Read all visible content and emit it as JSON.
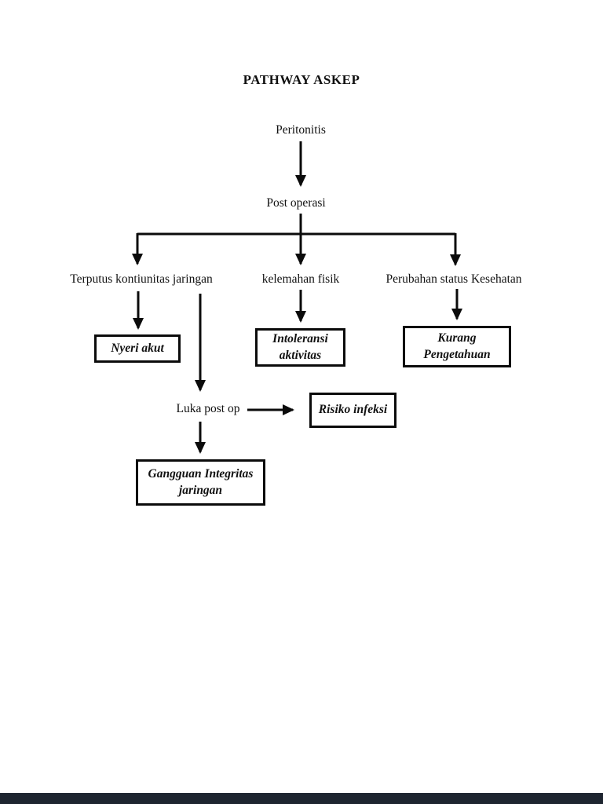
{
  "page": {
    "title": "PATHWAY ASKEP",
    "background_color": "#ffffff",
    "footer_bar_color": "#1e2530",
    "line_color": "#000000"
  },
  "nodes": {
    "peritonitis": "Peritonitis",
    "post_operasi": "Post operasi",
    "terputus": "Terputus kontiunitas jaringan",
    "kelemahan": "kelemahan fisik",
    "perubahan": "Perubahan status Kesehatan",
    "luka_post_op": "Luka post op"
  },
  "boxes": {
    "nyeri_akut": "Nyeri akut",
    "intoleransi": "Intoleransi\naktivitas",
    "kurang_pengetahuan": "Kurang\nPengetahuan",
    "risiko_infeksi": "Risiko infeksi",
    "gangguan_integritas": "Gangguan Integritas\njaringan"
  }
}
